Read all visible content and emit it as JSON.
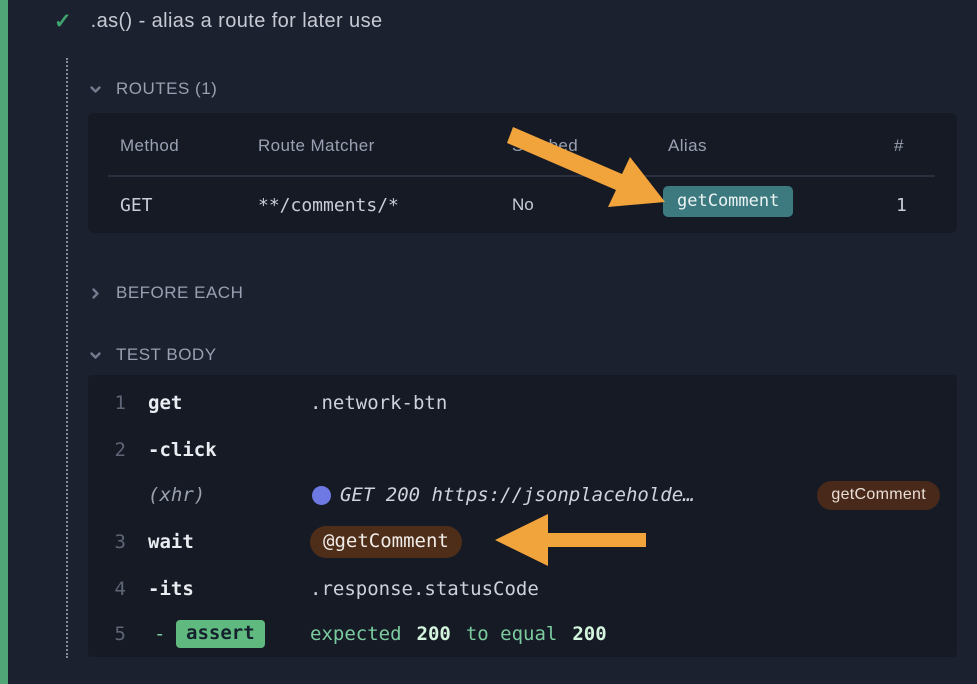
{
  "icons": {
    "check": "✓"
  },
  "test": {
    "title": ".as() - alias a route for later use"
  },
  "sections": {
    "routes": {
      "label": "ROUTES (1)",
      "state": "expanded"
    },
    "before_each": {
      "label": "BEFORE EACH",
      "state": "collapsed"
    },
    "test_body": {
      "label": "TEST BODY",
      "state": "expanded"
    }
  },
  "routes_table": {
    "headers": {
      "method": "Method",
      "route_matcher": "Route Matcher",
      "stubbed": "Stubbed",
      "alias": "Alias",
      "count": "#"
    },
    "row": {
      "method": "GET",
      "route_matcher": "**/comments/*",
      "stubbed": "No",
      "alias": "getComment",
      "count": "1"
    }
  },
  "commands": {
    "get": {
      "num": "1",
      "name": "get",
      "message": ".network-btn"
    },
    "click": {
      "num": "2",
      "name": "-click"
    },
    "xhr": {
      "name": "(xhr)",
      "message": "GET 200 https://jsonplaceholde…",
      "alias_badge": "getComment"
    },
    "wait": {
      "num": "3",
      "name": "wait",
      "alias_badge": "@getComment"
    },
    "its": {
      "num": "4",
      "name": "-its",
      "message": ".response.statusCode"
    },
    "assert": {
      "num": "5",
      "dash": "-",
      "badge": "assert",
      "parts": [
        "expected",
        "200",
        "to equal",
        "200"
      ]
    }
  },
  "colors": {
    "passed_green": "#50a677",
    "check_green": "#3fa46e",
    "alias_teal": "#3c7a80",
    "route_badge_brown": "#4e2d19",
    "xhr_dot_blue": "#6e79e4",
    "assert_badge_green": "#60b97f",
    "annotation_arrow_orange": "#f1a33c"
  }
}
